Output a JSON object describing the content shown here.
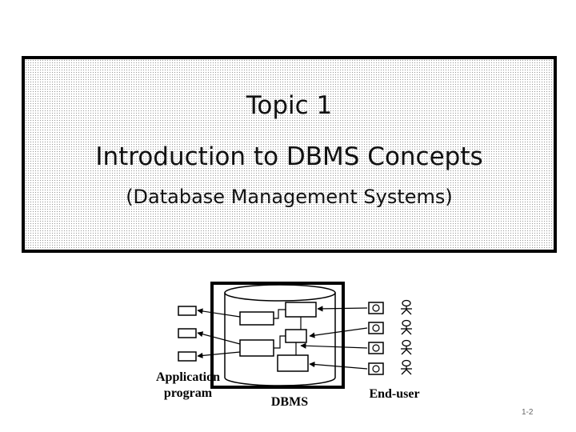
{
  "slide": {
    "topic": "Topic 1",
    "title": "Introduction to DBMS Concepts",
    "subtitle": "(Database Management Systems)",
    "page_number": "1-2"
  },
  "diagram": {
    "application_label": "Application program",
    "dbms_label": "DBMS",
    "end_user_label": "End-user",
    "application_program_count": 3,
    "end_user_count": 4,
    "end_user_icon": "user-stick-figure-icon",
    "terminal_icon": "terminal-box-icon",
    "database_icon": "database-cylinder-icon"
  }
}
